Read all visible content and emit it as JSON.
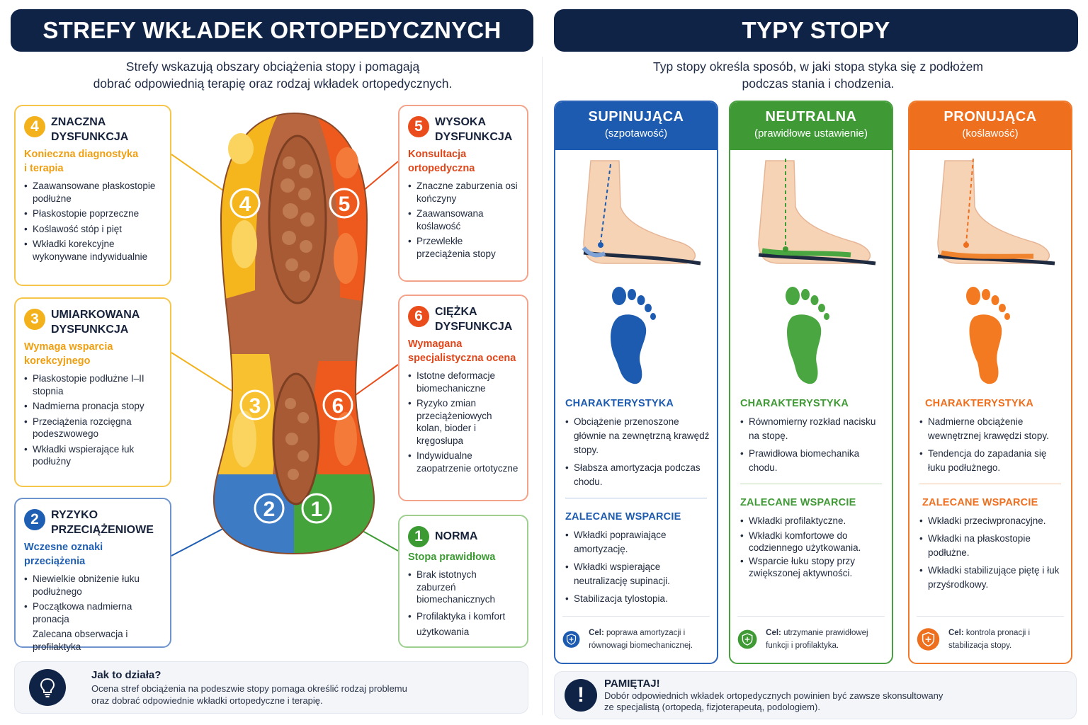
{
  "left": {
    "title": "STREFY WKŁADEK ORTOPEDYCZNYCH",
    "intro": [
      "Strefy wskazują obszary obciążenia stopy i pomagają",
      "dobrać odpowiednią terapię oraz rodzaj wkładek ortopedycznych."
    ],
    "zones": {
      "z4": {
        "num": "4",
        "title": [
          "ZNACZNA",
          "DYSFUNKCJA"
        ],
        "sub": [
          "Konieczna diagnostyka",
          "i terapia"
        ],
        "items": [
          "Zaawansowane płaskostopie podłużne",
          "Płaskostopie poprzeczne",
          "Koślawość stóp i pięt",
          "Wkładki korekcyjne wykonywane indywidualnie"
        ]
      },
      "z3": {
        "num": "3",
        "title": [
          "UMIARKOWANA",
          "DYSFUNKCJA"
        ],
        "sub": [
          "Wymaga wsparcia",
          "korekcyjnego"
        ],
        "items": [
          "Płaskostopie podłużne I–II stopnia",
          "Nadmierna pronacja stopy",
          "Przeciążenia rozcięgna podeszwowego",
          "Wkładki wspierające łuk podłużny"
        ]
      },
      "z2": {
        "num": "2",
        "title": [
          "RYZYKO",
          "PRZECIĄŻENIOWE"
        ],
        "sub": [
          "Wczesne oznaki przeciążenia"
        ],
        "items": [
          "Niewielkie obniżenie łuku podłużnego",
          "Początkowa nadmierna pronacja"
        ],
        "note": "Zalecana obserwacja i profilaktyka"
      },
      "z5": {
        "num": "5",
        "title": [
          "WYSOKA",
          "DYSFUNKCJA"
        ],
        "sub": [
          "Konsultacja",
          "ortopedyczna"
        ],
        "items": [
          "Znaczne zaburzenia osi kończyny",
          "Zaawansowana koślawość",
          "Przewlekłe przeciążenia stopy"
        ]
      },
      "z6": {
        "num": "6",
        "title": [
          "CIĘŻKA",
          "DYSFUNKCJA"
        ],
        "sub": [
          "Wymagana",
          "specjalistyczna ocena"
        ],
        "items": [
          "Istotne deformacje biomechaniczne",
          "Ryzyko zmian przeciążeniowych kolan, bioder i kręgosłupa",
          "Indywidualne zaopatrzenie ortotyczne"
        ]
      },
      "z1": {
        "num": "1",
        "title": [
          "NORMA"
        ],
        "sub": [
          "Stopa prawidłowa"
        ],
        "items": [
          "Brak istotnych zaburzeń biomechanicznych",
          "Profilaktyka i komfort użytkowania"
        ]
      }
    },
    "insole_labels": [
      "1",
      "2",
      "3",
      "4",
      "5",
      "6"
    ],
    "info": {
      "title": "Jak to działa?",
      "text": [
        "Ocena stref obciążenia na podeszwie stopy pomaga określić rodzaj problemu",
        "oraz dobrać odpowiednie wkładki ortopedyczne i terapię."
      ]
    }
  },
  "right": {
    "title": "TYPY STOPY",
    "intro": [
      "Typ stopy określa sposób, w jaki stopa styka się z podłożem",
      "podczas stania i chodzenia."
    ],
    "columns": {
      "sup": {
        "name": "SUPINUJĄCA",
        "subtitle": "(szpotawość)",
        "char_title": "CHARAKTERYSTYKA",
        "char": [
          "Obciążenie przenoszone głównie na zewnętrzną krawędź stopy.",
          "Słabsza amortyzacja podczas chodu."
        ],
        "supp_title": "ZALECANE WSPARCIE",
        "supp": [
          "Wkładki poprawiające amortyzację.",
          "Wkładki wspierające neutralizację supinacji.",
          "Stabilizacja tylostopia."
        ],
        "goal_label": "Cel:",
        "goal": "poprawa amortyzacji i równowagi biomechanicznej."
      },
      "neu": {
        "name": "NEUTRALNA",
        "subtitle": "(prawidłowe ustawienie)",
        "char_title": "CHARAKTERYSTYKA",
        "char": [
          "Równomierny rozkład nacisku na stopę.",
          "Prawidłowa biomechanika chodu."
        ],
        "supp_title": "ZALECANE WSPARCIE",
        "supp": [
          "Wkładki profilaktyczne.",
          "Wkładki komfortowe do codziennego użytkowania.",
          "Wsparcie łuku stopy przy zwiększonej aktywności."
        ],
        "goal_label": "Cel:",
        "goal": "utrzymanie prawidłowej funkcji i profilaktyka."
      },
      "pro": {
        "name": "PRONUJĄCA",
        "subtitle": "(koślawość)",
        "char_title": "CHARAKTERYSTYKA",
        "char": [
          "Nadmierne obciążenie wewnętrznej krawędzi stopy.",
          "Tendencja do zapadania się łuku podłużnego."
        ],
        "supp_title": "ZALECANE WSPARCIE",
        "supp": [
          "Wkładki przeciwpronacyjne.",
          "Wkładki na płaskostopie podłużne.",
          "Wkładki stabilizujące piętę i łuk przyśrodkowy."
        ],
        "goal_label": "Cel:",
        "goal": "kontrola pronacji i stabilizacja stopy."
      }
    },
    "remember": {
      "title": "PAMIĘTAJ!",
      "mark": "!",
      "text": [
        "Dobór odpowiednich wkładek ortopedycznych powinien być zawsze skonsultowany",
        "ze specjalistą (ortopedą, fizjoterapeutą, podologiem)."
      ]
    }
  },
  "colors": {
    "navy": "#0f2347",
    "yellow": "#f3b21b",
    "red": "#ea4d1b",
    "blue": "#1f5fb3",
    "green": "#3c9a33",
    "orange": "#ee6f1e",
    "insole_brown": "#b8663f"
  },
  "icons": {
    "bulb": "lightbulb-icon",
    "exclamation": "exclamation-icon",
    "shield": "shield-plus-icon",
    "footprint": "footprint-icon",
    "foot": "foot-side-icon"
  }
}
